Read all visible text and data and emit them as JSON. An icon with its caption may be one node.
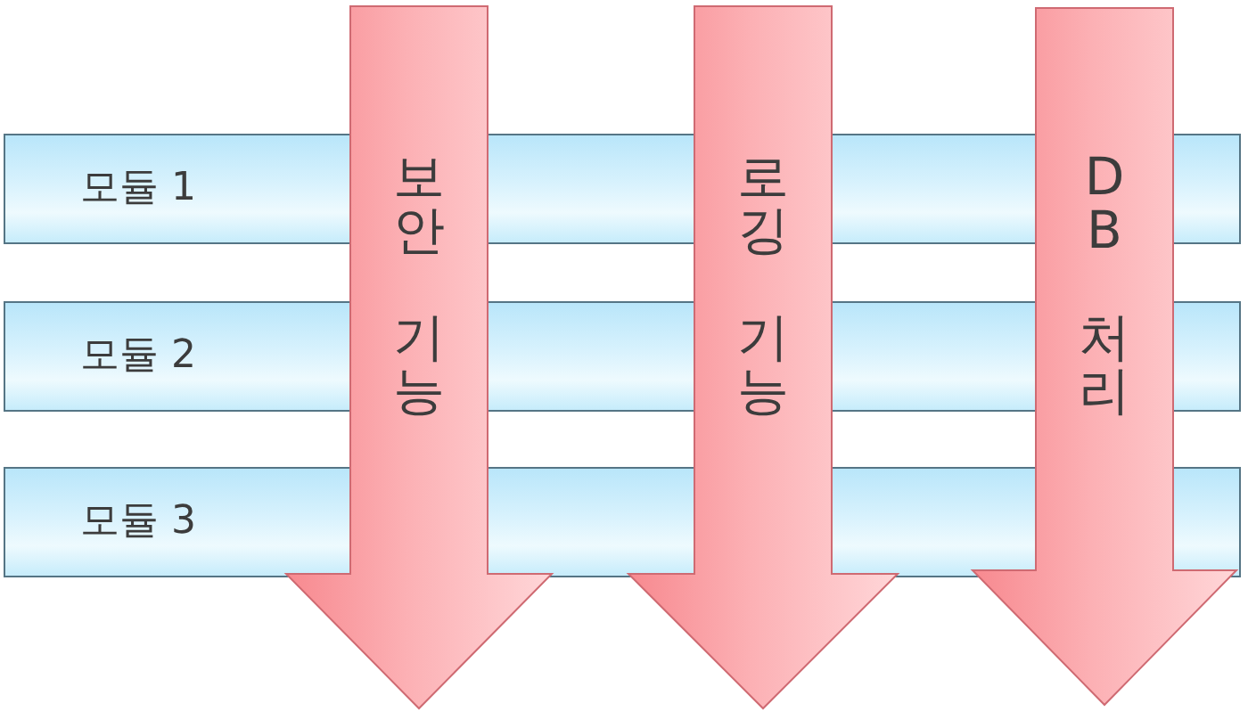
{
  "diagram": {
    "nodes": [
      {
        "text": [
          "모듈 1"
        ]
      },
      {
        "text": [
          "모듈 2"
        ]
      },
      {
        "text": [
          "모듈 3"
        ]
      },
      {
        "text": [
          "보안 기능"
        ]
      },
      {
        "text": [
          "로깅 기능"
        ]
      },
      {
        "text": [
          "DB 처리"
        ]
      }
    ]
  }
}
